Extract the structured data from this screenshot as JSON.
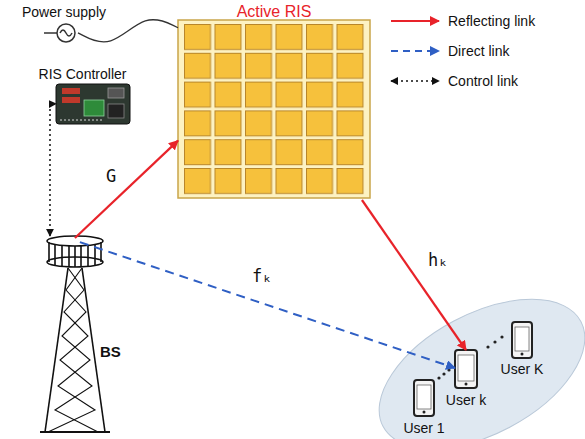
{
  "diagram": {
    "nodes": [
      {
        "text": [
          "Power supply"
        ]
      },
      {
        "text": [
          "Active RIS"
        ]
      },
      {
        "text": [
          "RIS Controller"
        ]
      },
      {
        "text": [
          "BS"
        ]
      },
      {
        "text": [
          "User K"
        ]
      },
      {
        "text": [
          "User k"
        ]
      },
      {
        "text": [
          "User 1"
        ]
      }
    ],
    "edges": [
      {
        "from": 3,
        "to": 1,
        "label": "G",
        "arrow": "to"
      },
      {
        "from": 1,
        "to": 5,
        "label": "hₖ",
        "arrow": "to"
      },
      {
        "from": 3,
        "to": 5,
        "label": "fₖ",
        "arrow": "to"
      },
      {
        "from": 3,
        "to": 2,
        "arrow": "both"
      },
      {
        "from": 0,
        "to": 1,
        "arrow": "none"
      }
    ],
    "legend": [
      {
        "text": "Reflecting link"
      },
      {
        "text": "Direct link"
      },
      {
        "text": "Control link"
      }
    ]
  }
}
